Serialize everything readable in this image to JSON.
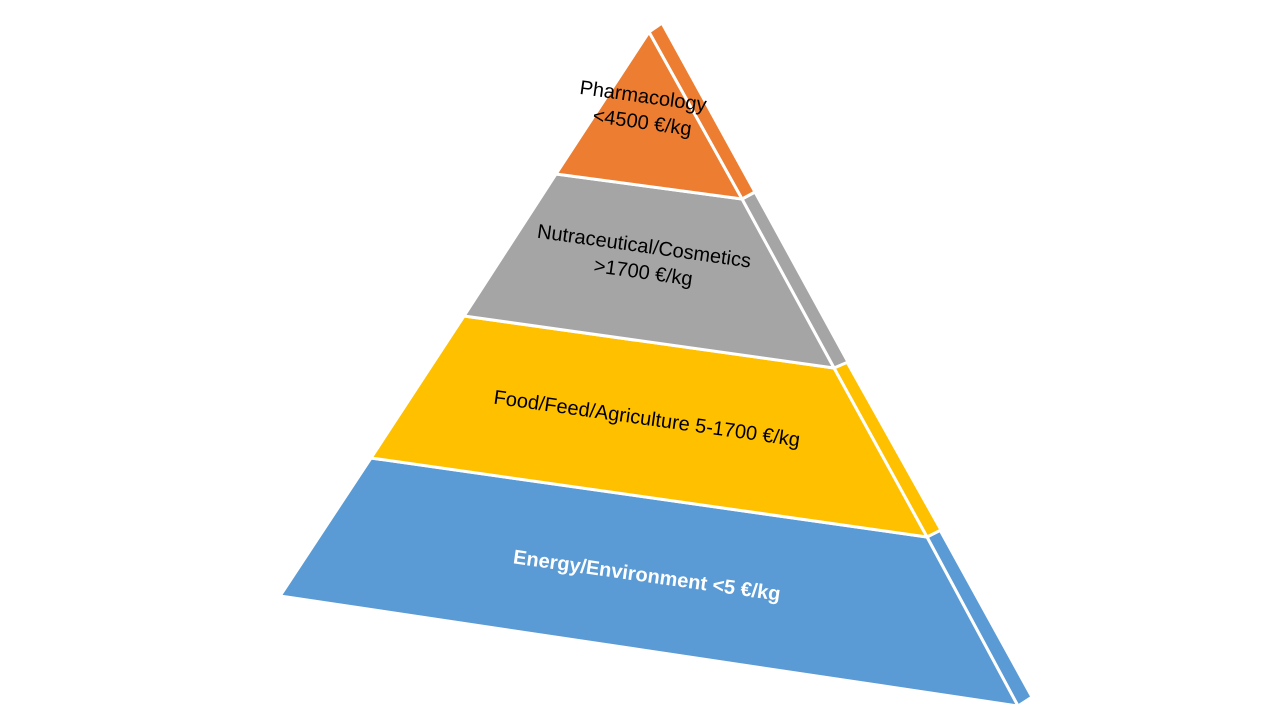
{
  "tiers": [
    {
      "id": "pharmacology",
      "lines": [
        "Pharmacology",
        "<4500 €/kg"
      ],
      "face_color": "#ED7D31",
      "side_color": "#ED7D31",
      "text_color": "#000000"
    },
    {
      "id": "nutraceutical",
      "lines": [
        "Nutraceutical/Cosmetics",
        ">1700 €/kg"
      ],
      "face_color": "#A5A5A5",
      "side_color": "#A5A5A5",
      "text_color": "#000000"
    },
    {
      "id": "food",
      "lines": [
        "Food/Feed/Agriculture 5-1700 €/kg"
      ],
      "face_color": "#FFC000",
      "side_color": "#FFC000",
      "text_color": "#000000"
    },
    {
      "id": "energy",
      "lines": [
        "Energy/Environment <5 €/kg"
      ],
      "face_color": "#5B9BD5",
      "side_color": "#5B9BD5",
      "text_color": "#ffffff"
    }
  ]
}
